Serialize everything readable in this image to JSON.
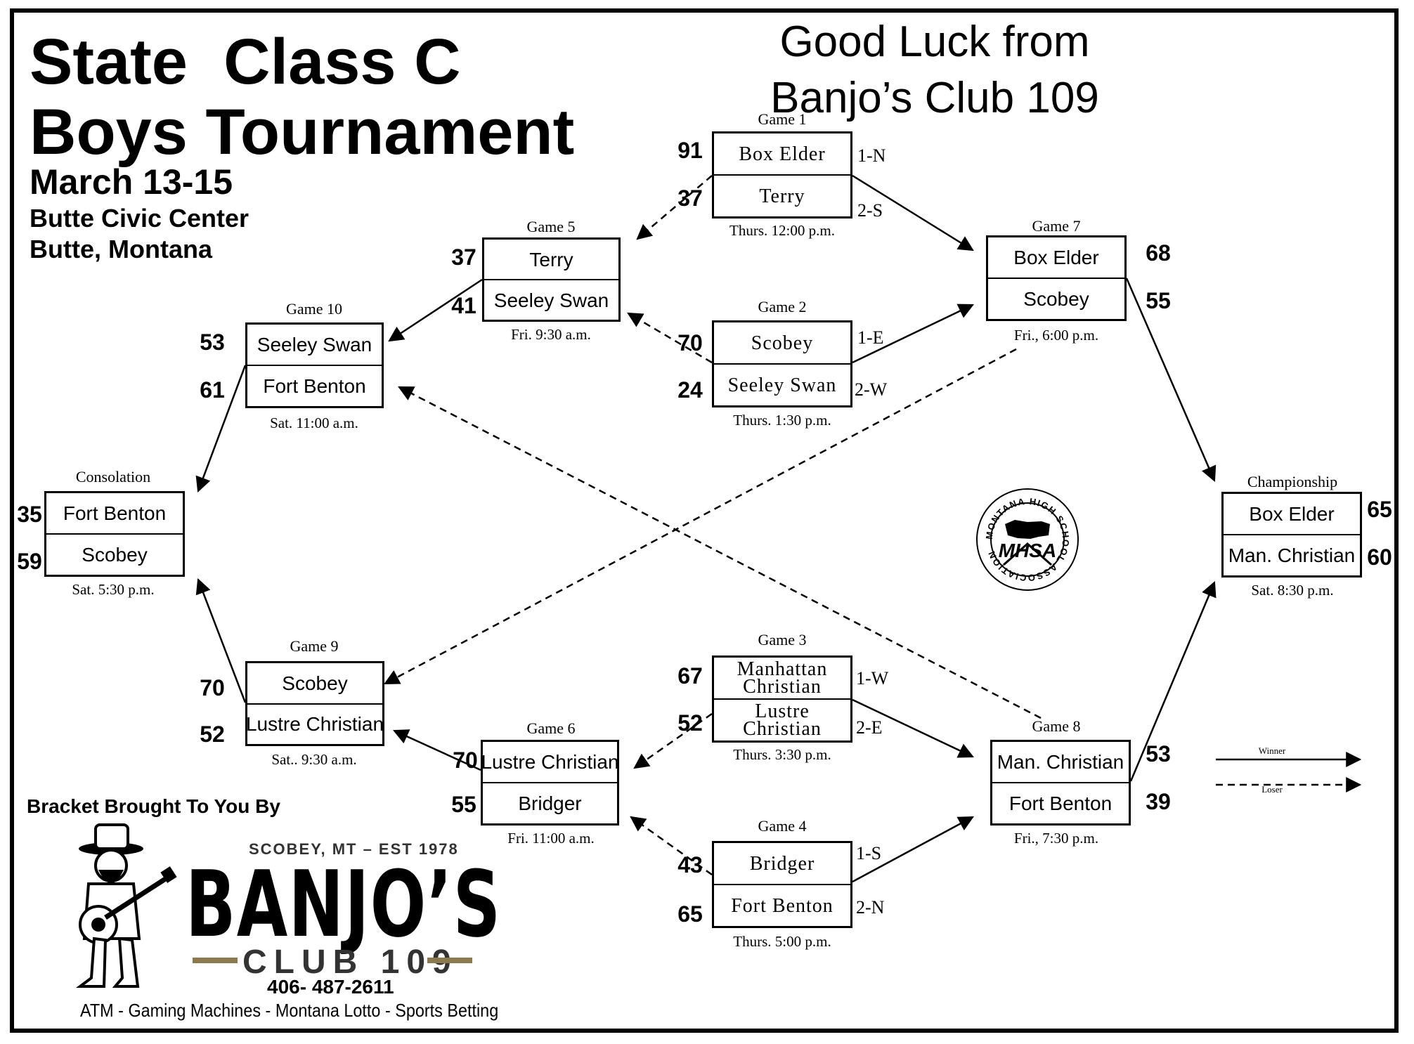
{
  "title": {
    "line1": "State  Class C",
    "line2": "Boys Tournament",
    "dates": "March 13-15",
    "venue": "Butte Civic Center",
    "city": "Butte, Montana"
  },
  "sponsor_banner": {
    "line1": "Good Luck from",
    "line2": "Banjo’s Club 109"
  },
  "games": {
    "g1": {
      "label": "Game 1",
      "time": "Thurs. 12:00 p.m.",
      "top": "Box Elder",
      "bottom": "Terry",
      "top_score": "91",
      "bottom_score": "37",
      "top_seed": "1-N",
      "bottom_seed": "2-S"
    },
    "g2": {
      "label": "Game 2",
      "time": "Thurs. 1:30 p.m.",
      "top": "Scobey",
      "bottom": "Seeley Swan",
      "top_score": "70",
      "bottom_score": "24",
      "top_seed": "1-E",
      "bottom_seed": "2-W"
    },
    "g3": {
      "label": "Game 3",
      "time": "Thurs. 3:30 p.m.",
      "top": "Manhattan Christian",
      "bottom": "Lustre Christian",
      "top_score": "67",
      "bottom_score": "52",
      "top_seed": "1-W",
      "bottom_seed": "2-E"
    },
    "g4": {
      "label": "Game 4",
      "time": "Thurs. 5:00 p.m.",
      "top": "Bridger",
      "bottom": "Fort Benton",
      "top_score": "43",
      "bottom_score": "65",
      "top_seed": "1-S",
      "bottom_seed": "2-N"
    },
    "g5": {
      "label": "Game 5",
      "time": "Fri. 9:30 a.m.",
      "top": "Terry",
      "bottom": "Seeley Swan",
      "top_score": "37",
      "bottom_score": "41"
    },
    "g6": {
      "label": "Game 6",
      "time": "Fri. 11:00 a.m.",
      "top": "Lustre Christian",
      "bottom": "Bridger",
      "top_score": "70",
      "bottom_score": "55"
    },
    "g7": {
      "label": "Game 7",
      "time": "Fri., 6:00 p.m.",
      "top": "Box Elder",
      "bottom": "Scobey",
      "top_score": "68",
      "bottom_score": "55"
    },
    "g8": {
      "label": "Game 8",
      "time": "Fri., 7:30 p.m.",
      "top": "Man. Christian",
      "bottom": "Fort Benton",
      "top_score": "53",
      "bottom_score": "39"
    },
    "g9": {
      "label": "Game 9",
      "time": "Sat.. 9:30 a.m.",
      "top": "Scobey",
      "bottom": "Lustre Christian",
      "top_score": "70",
      "bottom_score": "52"
    },
    "g10": {
      "label": "Game 10",
      "time": "Sat. 11:00 a.m.",
      "top": "Seeley Swan",
      "bottom": "Fort Benton",
      "top_score": "53",
      "bottom_score": "61"
    },
    "cons": {
      "label": "Consolation",
      "time": "Sat. 5:30 p.m.",
      "top": "Fort Benton",
      "bottom": "Scobey",
      "top_score": "35",
      "bottom_score": "59"
    },
    "champ": {
      "label": "Championship",
      "time": "Sat. 8:30 p.m.",
      "top": "Box Elder",
      "bottom": "Man. Christian",
      "top_score": "65",
      "bottom_score": "60"
    }
  },
  "legend": {
    "winner": "Winner",
    "loser": "Loser"
  },
  "logo": {
    "ring_text": "MONTANA HIGH SCHOOL ASSOCIATION",
    "abbr": "MHSA"
  },
  "sponsor": {
    "brought_by": "Bracket Brought To You By",
    "subtitle": "SCOBEY, MT – EST 1978",
    "name": "BANJO’S",
    "club": "CLUB 109",
    "phone": "406- 487-2611",
    "amenities": "ATM - Gaming Machines - Montana Lotto -  Sports Betting"
  }
}
